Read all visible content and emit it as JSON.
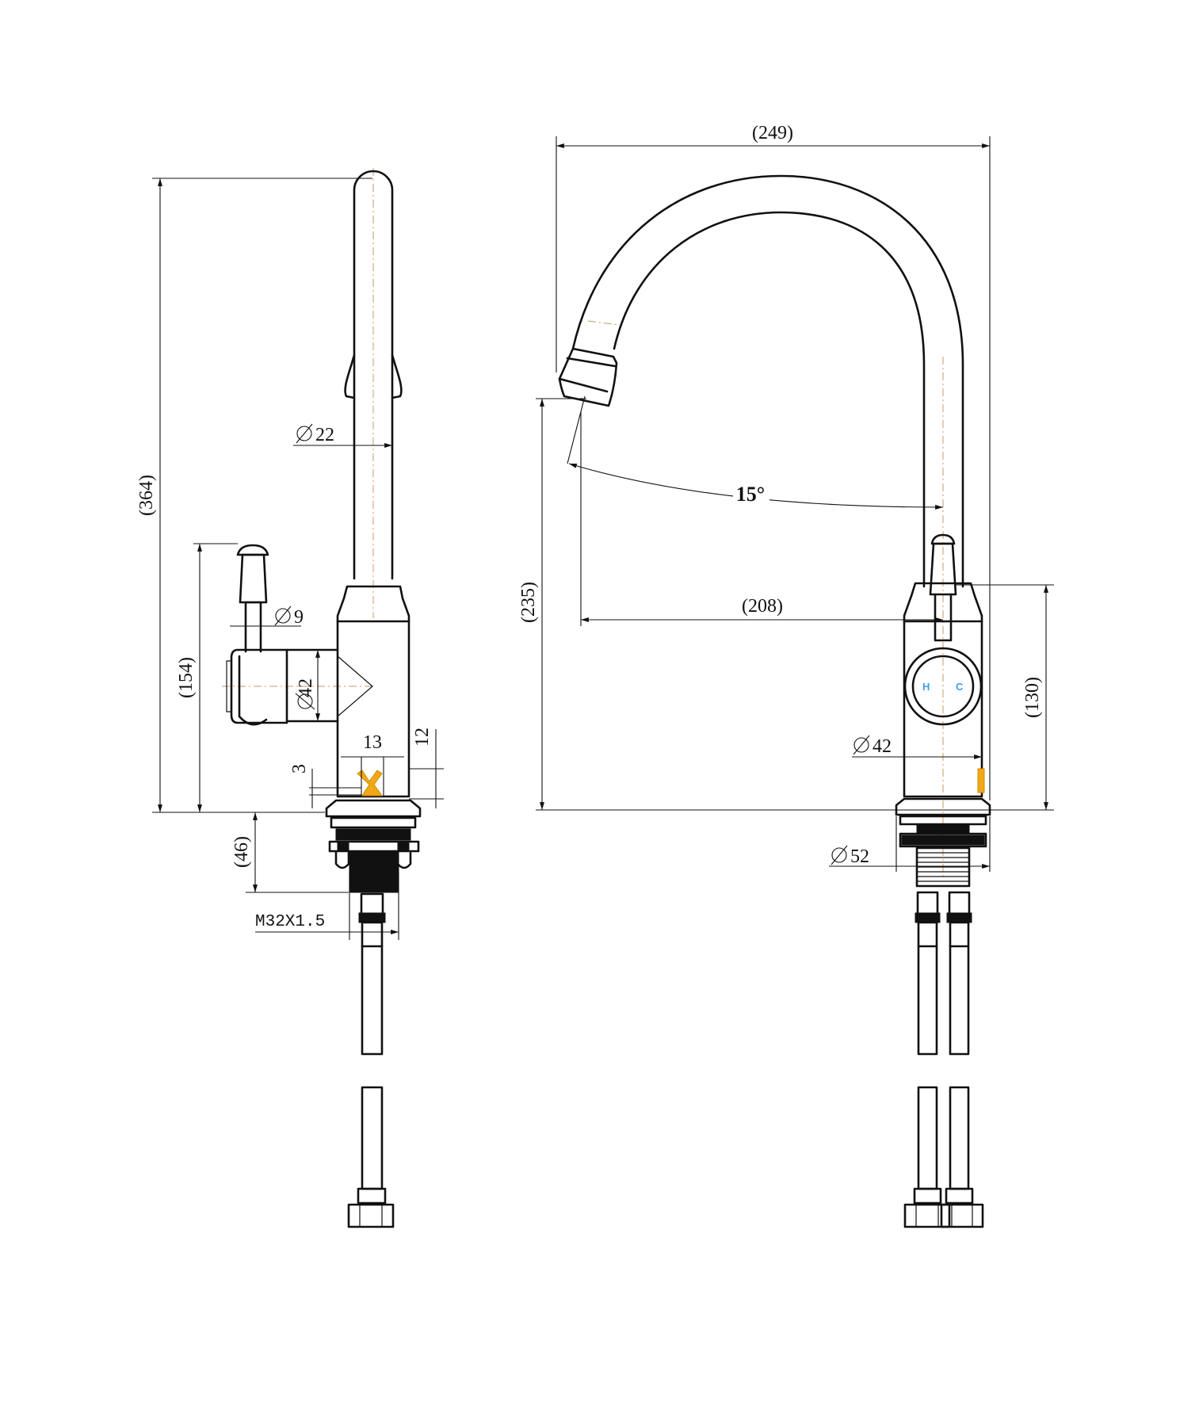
{
  "side_view": {
    "overall_height": "(364)",
    "handle_height": "(154)",
    "spout_diameter": "22",
    "lever_diameter": "9",
    "body_diameter": "42",
    "gap_width": "13",
    "gap_height": "12",
    "base_offset": "3",
    "shank_length": "(46)",
    "thread": "M32X1.5"
  },
  "front_view": {
    "overall_width": "(249)",
    "outlet_height": "(235)",
    "spout_reach": "(208)",
    "spout_angle": "15°",
    "handle_height": "(130)",
    "body_diameter": "42",
    "base_diameter": "52",
    "handle_labels": {
      "hot": "H",
      "cold": "C"
    }
  },
  "colors": {
    "line": "#111111",
    "centerline": "#c89860",
    "hot_cold_text": "#3aa0e0",
    "marker": "#f0a818"
  }
}
